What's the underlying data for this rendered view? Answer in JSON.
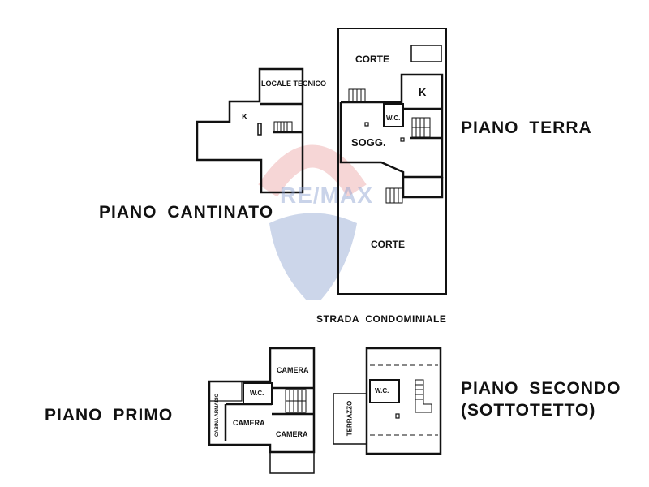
{
  "floors": {
    "cantinato": {
      "title": "PIANO CANTINATO",
      "rooms": {
        "locale_tecnico": "LOCALE TECNICO",
        "kitchen": "K"
      }
    },
    "terra": {
      "title": "PIANO TERRA",
      "rooms": {
        "corte_top": "CORTE",
        "kitchen": "K",
        "wc": "W.C.",
        "soggiorno": "SOGG.",
        "corte_bottom": "CORTE"
      }
    },
    "primo": {
      "title": "PIANO PRIMO",
      "rooms": {
        "camera_top": "CAMERA",
        "wc": "W.C.",
        "camera_left": "CAMERA",
        "camera_right": "CAMERA",
        "cabina": "CABINA ARMADIO"
      }
    },
    "secondo": {
      "title": "PIANO SECONDO",
      "subtitle": "(SOTTOTETTO)",
      "rooms": {
        "wc": "W.C.",
        "terrazzo": "TERRAZZO"
      }
    }
  },
  "street_label": "STRADA CONDOMINIALE",
  "watermark": "RE/MAX",
  "colors": {
    "wall": "#111111",
    "watermark_red": "#e06a6a",
    "watermark_blue": "#4a6fb5"
  }
}
